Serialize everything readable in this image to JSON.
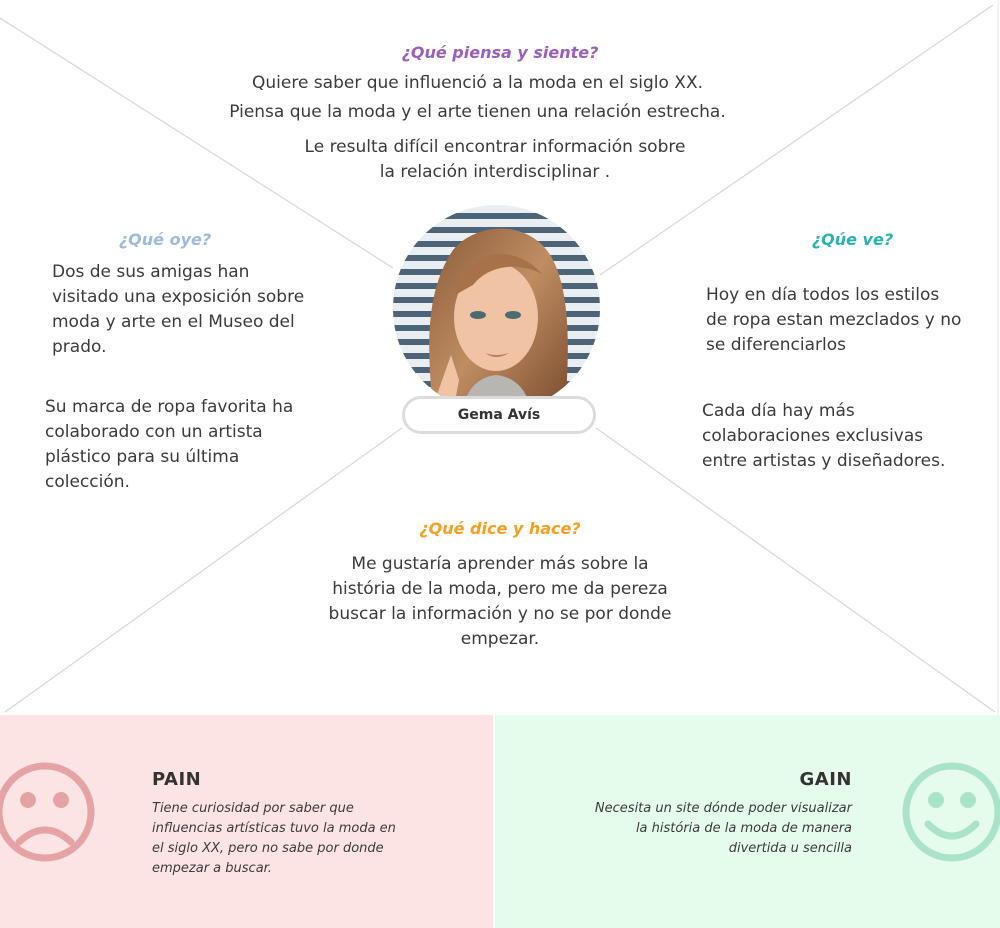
{
  "think_feel": {
    "title": "¿Qué piensa y siente?",
    "line1": "Quiere saber que influenció a la moda en el siglo XX.",
    "line2": "Piensa que la moda y el arte tienen una relación estrecha.",
    "line3a": "Le resulta difícil encontrar información sobre",
    "line3b": "la relación interdisciplinar ."
  },
  "hear": {
    "title": "¿Qué oye?",
    "p1": [
      "Dos de sus amigas han",
      "visitado una exposición sobre",
      "moda y arte en el Museo del",
      "prado."
    ],
    "p2": [
      "Su marca de ropa favorita ha",
      "colaborado con un artista",
      "plástico para su última",
      "colección."
    ]
  },
  "see": {
    "title": "¿Qúe ve?",
    "p1": [
      "Hoy en día todos los estilos",
      "de ropa estan mezclados y no",
      "se diferenciarlos"
    ],
    "p2": [
      "Cada día hay más",
      "colaboraciones exclusivas",
      "entre artistas y diseñadores."
    ]
  },
  "say_do": {
    "title": "¿Qué dice y hace?",
    "lines": [
      "Me gustaría aprender más sobre la",
      "história de la moda, pero me da pereza",
      "buscar la información y no se por donde",
      "empezar."
    ]
  },
  "persona": {
    "name": "Gema Avís"
  },
  "pain": {
    "title": "PAIN",
    "lines": [
      "Tiene curiosidad por saber que",
      "influencias artísticas tuvo la moda en",
      "el siglo XX, pero no sabe por donde",
      "empezar a buscar."
    ],
    "icon": "sad-face-icon"
  },
  "gain": {
    "title": "GAIN",
    "lines": [
      "Necesita un site dónde poder visualizar",
      "la história de la moda  de manera",
      "divertida u sencilla"
    ],
    "icon": "happy-face-icon"
  },
  "colors": {
    "think_feel": "#9b5fc0",
    "hear": "#9dbbdc",
    "see": "#2bb3b0",
    "say_do": "#f5a020",
    "pain_bg": "#fde4e4",
    "gain_bg": "#e5fbec",
    "sad_icon": "#e6a3a5",
    "happy_icon": "#a9e4c6"
  }
}
